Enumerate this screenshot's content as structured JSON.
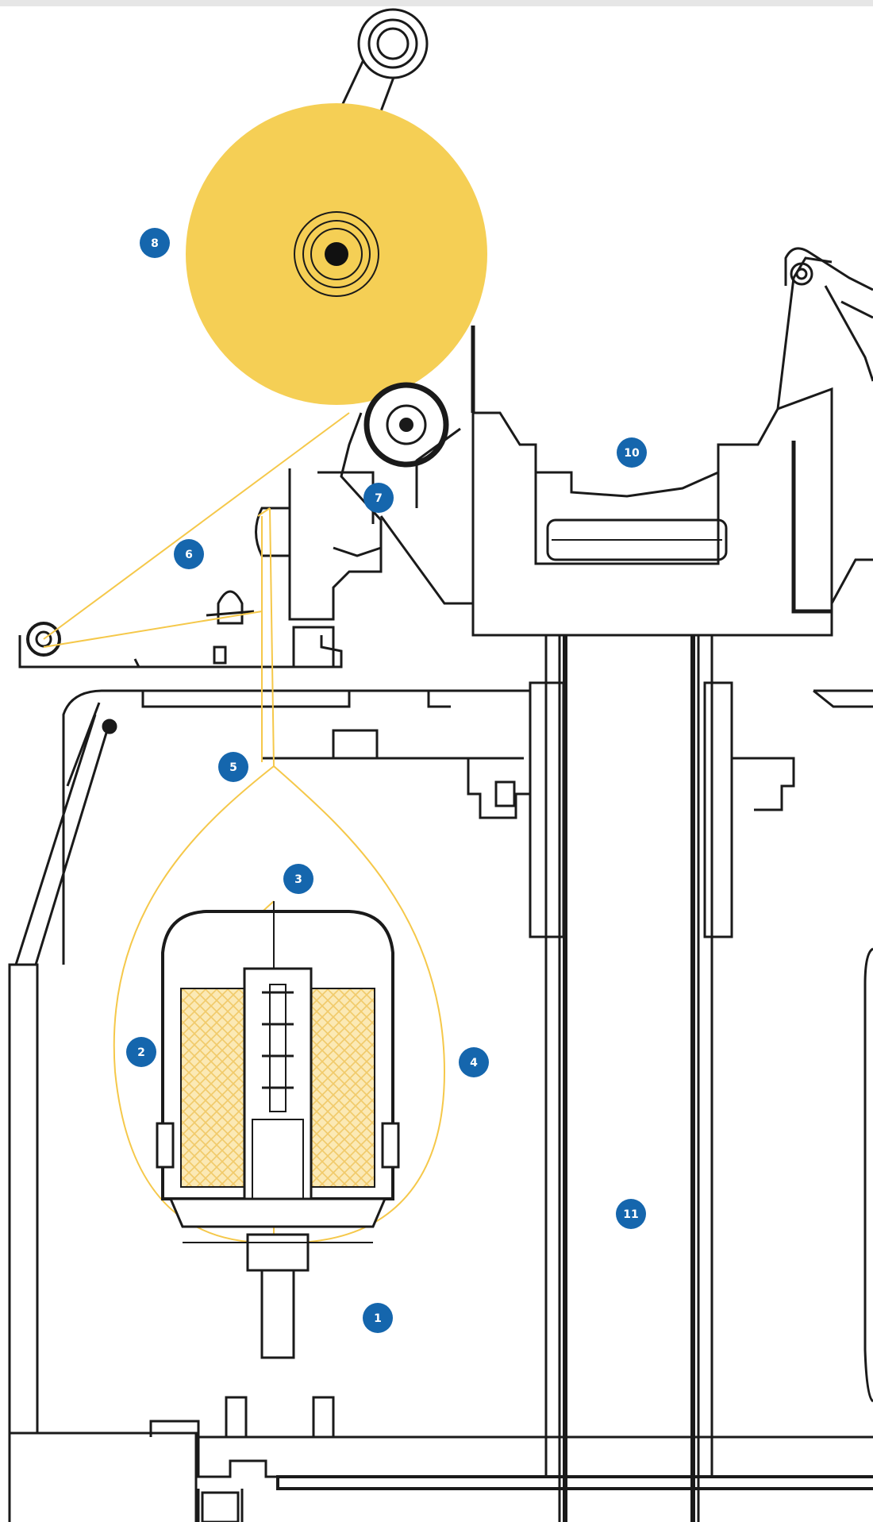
{
  "colors": {
    "accent": "#1566ad",
    "yarn": "#f5c84a",
    "yarn_fill": "#f5cf55",
    "line": "#1a1a1a",
    "mesh": "#f1ca6a",
    "mesh_bg": "#fbe9b5"
  },
  "callouts": [
    {
      "id": "1",
      "label": "1"
    },
    {
      "id": "2",
      "label": "2"
    },
    {
      "id": "3",
      "label": "3"
    },
    {
      "id": "4",
      "label": "4"
    },
    {
      "id": "5",
      "label": "5"
    },
    {
      "id": "6",
      "label": "6"
    },
    {
      "id": "7",
      "label": "7"
    },
    {
      "id": "8",
      "label": "8"
    },
    {
      "id": "10",
      "label": "10"
    },
    {
      "id": "11",
      "label": "11"
    }
  ]
}
